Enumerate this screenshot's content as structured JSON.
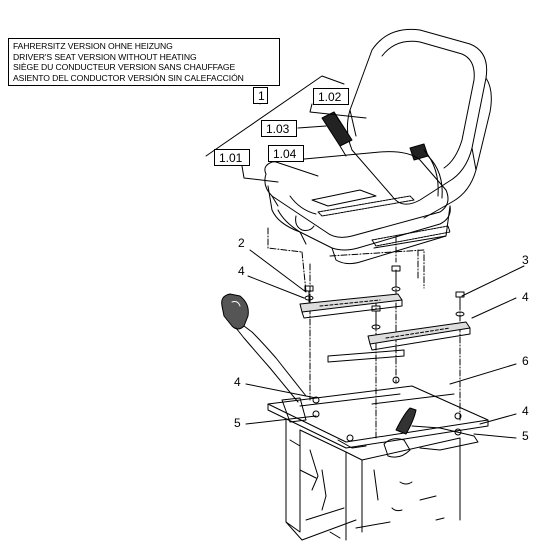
{
  "title_lines": [
    "FAHRERSITZ VERSION OHNE HEIZUNG",
    "DRIVER'S SEAT VERSION WITHOUT HEATING",
    "SIÈGE DU CONDUCTEUR VERSION SANS CHAUFFAGE",
    "ASIENTO DEL CONDUCTOR VERSIÓN SIN CALEFACCIÓN"
  ],
  "callouts": {
    "assembly": "1",
    "backrest": "1.02",
    "belt": "1.03",
    "cushion_cover": "1.04",
    "cushion": "1.01",
    "bolt_left": "2",
    "bolt_right": "3",
    "washer_a": "4",
    "washer_b": "4",
    "washer_c": "4",
    "washer_d": "4",
    "nut_left": "5",
    "nut_right": "5",
    "strap": "6"
  }
}
